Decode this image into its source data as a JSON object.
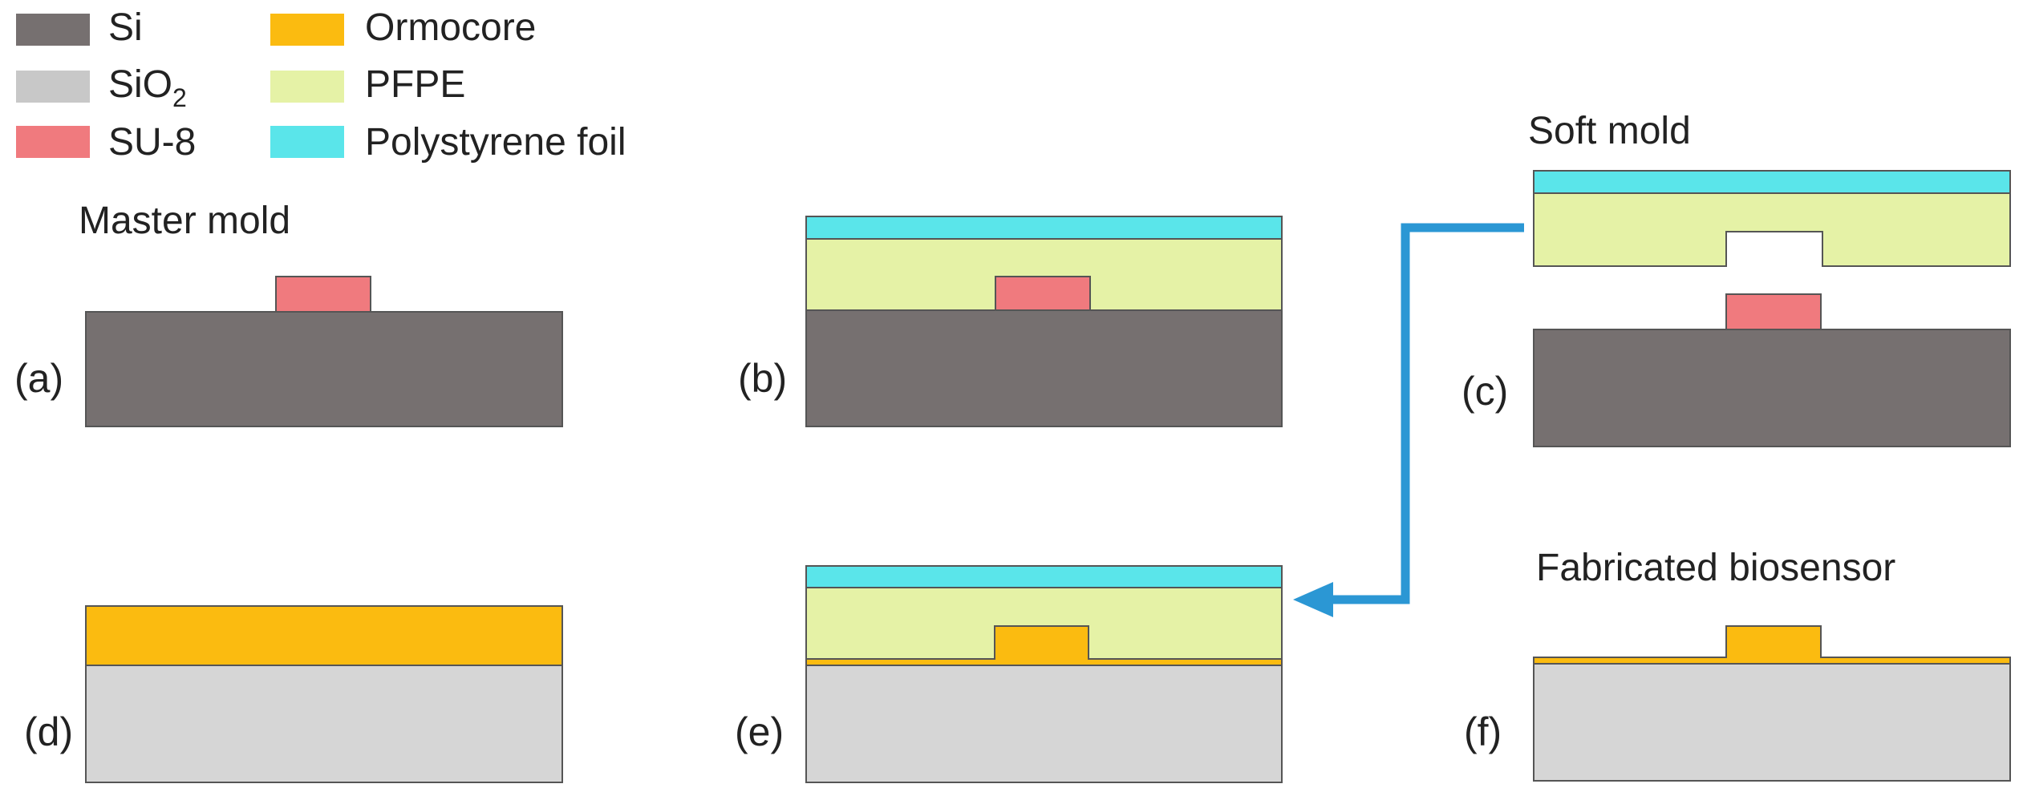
{
  "legend": {
    "si": {
      "label": "Si",
      "color": "#767070"
    },
    "sio2": {
      "label": "SiO",
      "sub": "2",
      "color": "#c8c8c8"
    },
    "su8": {
      "label": "SU-8",
      "color": "#f07a7e"
    },
    "ormocore": {
      "label": "Ormocore",
      "color": "#fbbb10"
    },
    "pfpe": {
      "label": "PFPE",
      "color": "#e5f2a6"
    },
    "polystyrene": {
      "label": "Polystyrene foil",
      "color": "#5ae5ea"
    }
  },
  "substrate_sio2_color": "#d6d6d6",
  "arrow_color": "#2b97d4",
  "captions": {
    "master_mold": "Master mold",
    "soft_mold": "Soft mold",
    "fabricated_biosensor": "Fabricated biosensor"
  },
  "steps": {
    "a": "(a)",
    "b": "(b)",
    "c": "(c)",
    "d": "(d)",
    "e": "(e)",
    "f": "(f)"
  }
}
